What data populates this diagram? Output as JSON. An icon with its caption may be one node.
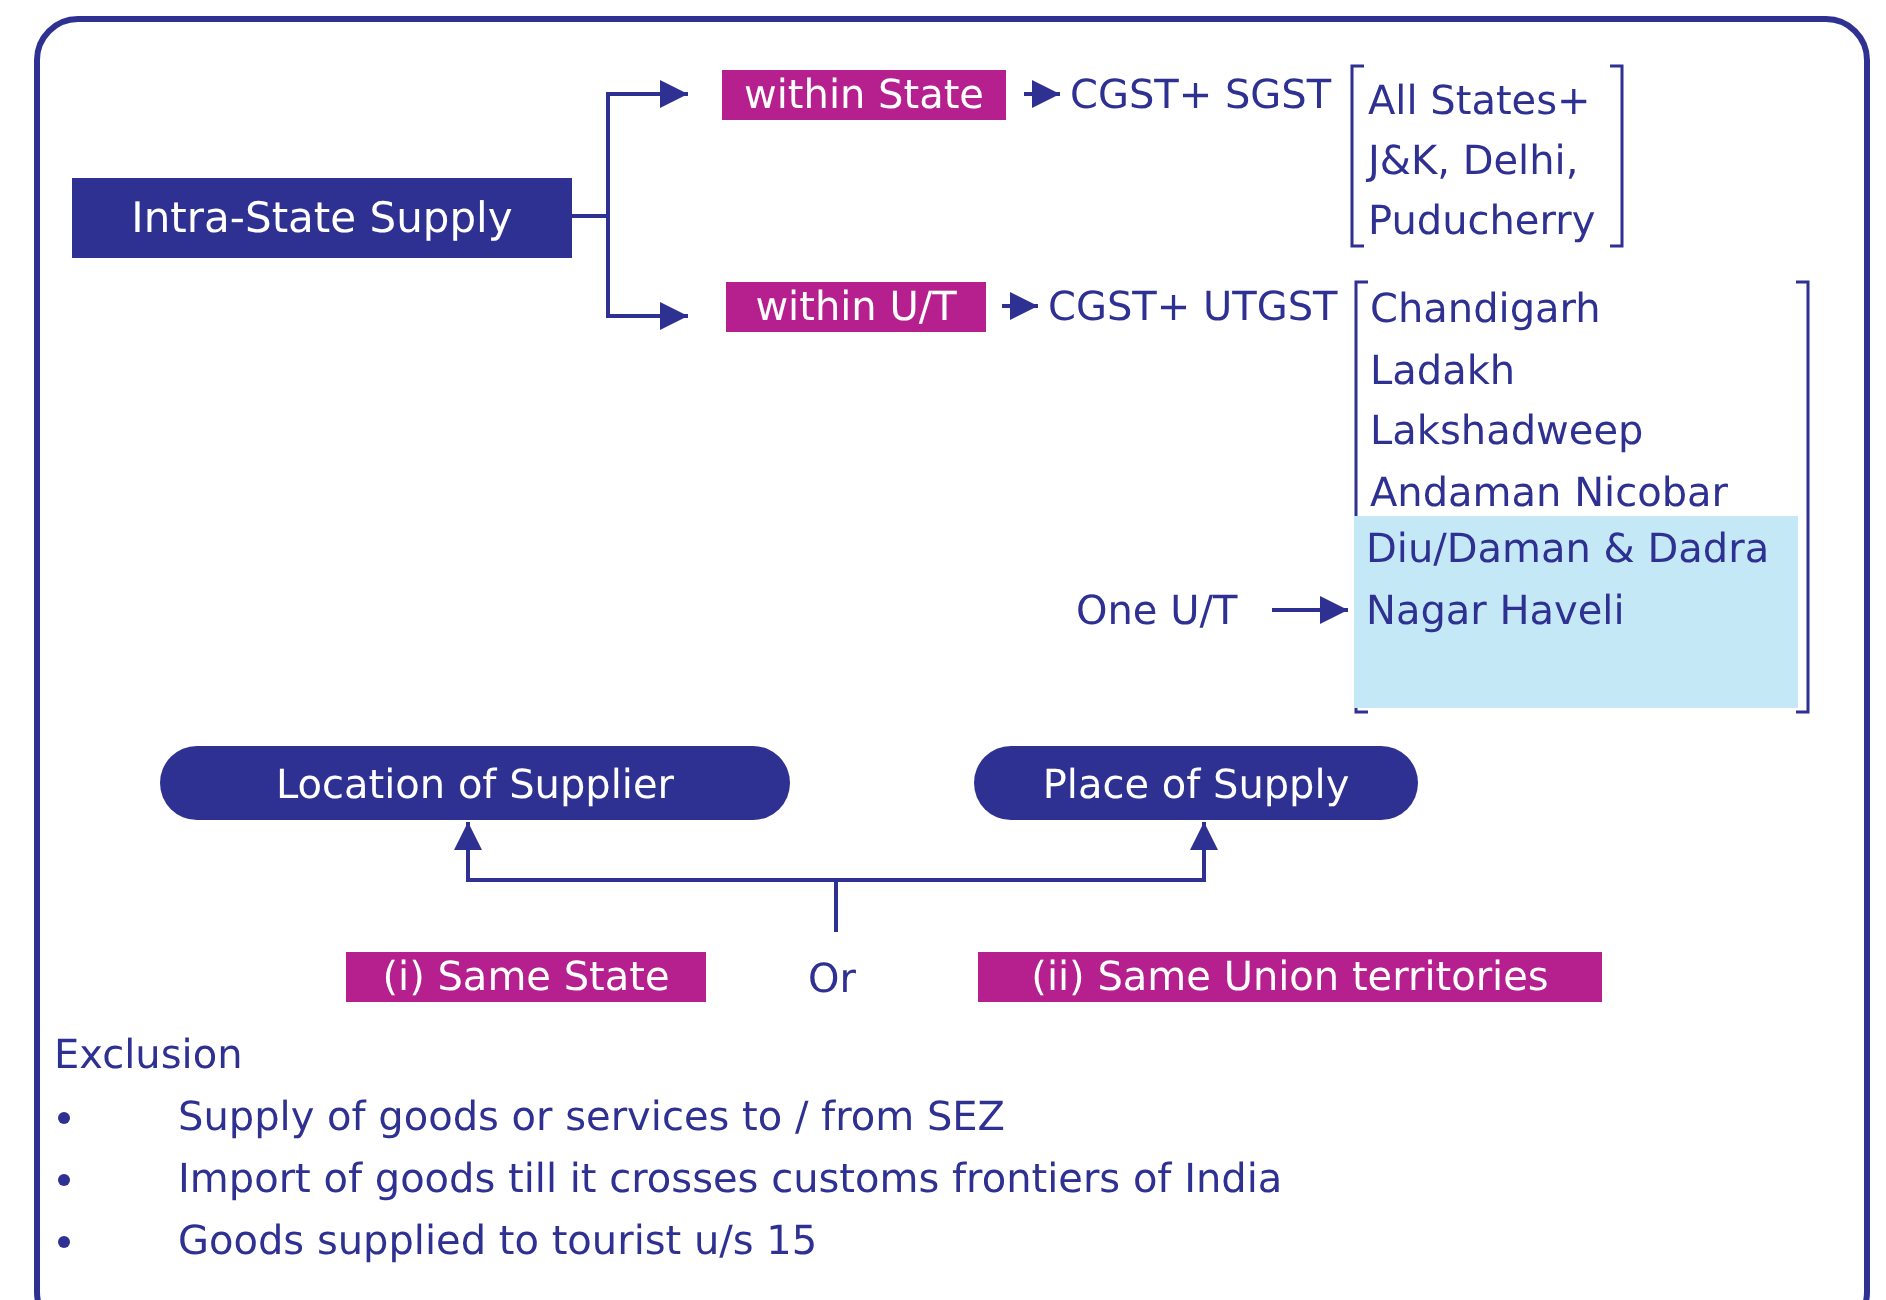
{
  "diagram": {
    "nodes": [
      {
        "text": [
          "Intra-State Supply"
        ]
      },
      {
        "text": [
          "within State"
        ]
      },
      {
        "text": [
          "CGST+ SGST"
        ]
      },
      {
        "text": [
          "All States+ J&K, Delhi, Puducherry"
        ]
      },
      {
        "text": [
          "within U/T"
        ]
      },
      {
        "text": [
          "CGST+ UTGST"
        ]
      },
      {
        "text": [
          "Chandigarh",
          "Ladakh",
          "Lakshadweep",
          "Andaman Nicobar"
        ]
      },
      {
        "text": [
          "Diu/Daman & Dadra Nagar Haveli"
        ],
        "in": 6
      },
      {
        "text": [
          "One U/T"
        ]
      },
      {
        "text": [
          "Location of Supplier"
        ]
      },
      {
        "text": [
          "Place of Supply"
        ]
      },
      {
        "text": [
          "(i) Same State"
        ]
      },
      {
        "text": [
          "Or"
        ]
      },
      {
        "text": [
          "(ii) Same Union territories"
        ]
      }
    ],
    "edges": [
      {
        "from": 0,
        "to": 1,
        "arrow": "to"
      },
      {
        "from": 0,
        "to": 4,
        "arrow": "to"
      },
      {
        "from": 1,
        "to": 2,
        "arrow": "to"
      },
      {
        "from": 4,
        "to": 5,
        "arrow": "to"
      },
      {
        "from": 8,
        "to": 7,
        "arrow": "to"
      },
      {
        "from": 12,
        "to": 9,
        "arrow": "to"
      },
      {
        "from": 12,
        "to": 10,
        "arrow": "to"
      }
    ],
    "labels": [
      "Exclusion",
      "Supply of goods or services to / from SEZ",
      "Import of goods till it crosses customs frontiers of India",
      "Goods supplied to tourist u/s 15"
    ]
  }
}
